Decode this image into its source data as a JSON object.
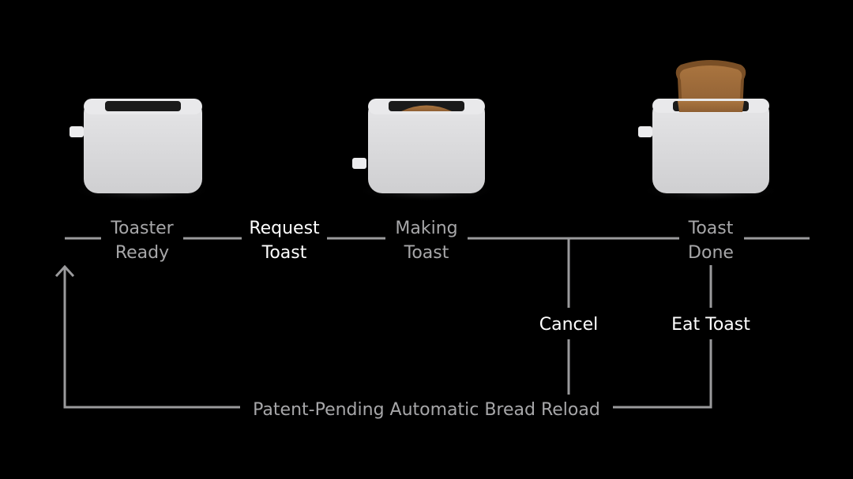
{
  "colors": {
    "background": "#000000",
    "connector": "#9a9a9c",
    "state_text": "#a7a7a9",
    "event_text": "#ffffff",
    "toaster_body": "#d6d6d8",
    "toast": "#9a6a3a"
  },
  "states": {
    "ready": {
      "line1": "Toaster",
      "line2": "Ready"
    },
    "making": {
      "line1": "Making",
      "line2": "Toast"
    },
    "done": {
      "line1": "Toast",
      "line2": "Done"
    }
  },
  "events": {
    "request": {
      "line1": "Request",
      "line2": "Toast"
    },
    "cancel": "Cancel",
    "eat": "Eat Toast",
    "reload": "Patent-Pending Automatic Bread Reload"
  },
  "icons": {
    "toaster_ready": "toaster-empty-icon",
    "toaster_making": "toaster-toasting-icon",
    "toaster_done": "toaster-toast-popped-icon",
    "arrow": "arrow-up-icon"
  }
}
